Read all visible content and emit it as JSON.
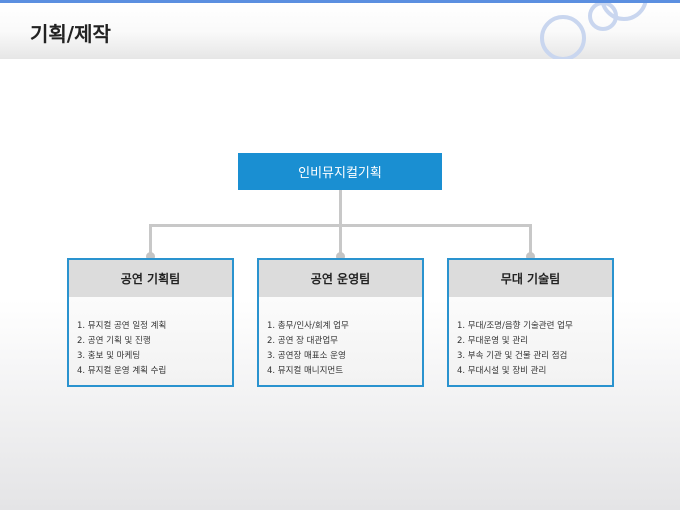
{
  "header": {
    "title": "기획/제작"
  },
  "org": {
    "root": "인비뮤지컬기획",
    "teams": [
      {
        "name": "공연 기획팀",
        "items": [
          "1. 뮤지컬 공연 일정 계획",
          "2. 공연 기획 및 진행",
          "3. 홍보 및 마케팅",
          "4. 뮤지컬 운영 계획 수립"
        ]
      },
      {
        "name": "공연 운영팀",
        "items": [
          "1. 총무/인사/회계 업무",
          "2. 공연 장 대관업무",
          "3. 공연장 매표소 운영",
          "4. 뮤지컬 매니지먼트"
        ]
      },
      {
        "name": "무대 기술팀",
        "items": [
          "1. 무대/조명/음향 기술관련 업무",
          "2. 무대운영 및 관리",
          "3. 부속 기관 및 건물 관리 점검",
          "4. 무대시설 및 장비 관리"
        ]
      }
    ]
  },
  "colors": {
    "accent": "#1a8fd2",
    "border": "#2a93cf"
  }
}
